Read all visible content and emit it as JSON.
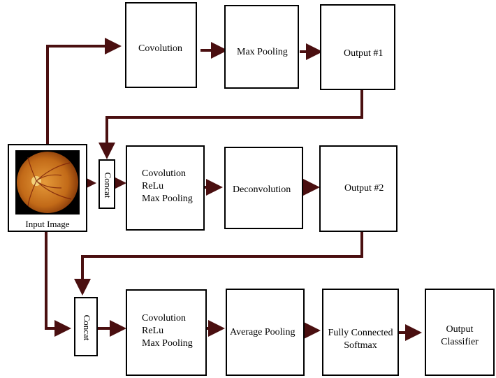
{
  "colors": {
    "connector": "#4a0f10",
    "box_border": "#000000",
    "fundus_dark": "#8a3c0a",
    "fundus_light": "#e59a3a",
    "optic_disc": "#f2d27a"
  },
  "input": {
    "label": "Input Image"
  },
  "branch1": {
    "conv": "Covolution",
    "pool": "Max Pooling",
    "output": "Output #1"
  },
  "branch2": {
    "concat": "Concat",
    "block": [
      "Covolution",
      "ReLu",
      "Max Pooling"
    ],
    "deconv": "Deconvolution",
    "output": "Output #2"
  },
  "branch3": {
    "concat": "Concat",
    "block": [
      "Covolution",
      "ReLu",
      "Max Pooling"
    ],
    "pool": "Average Pooling",
    "fc": [
      "Fully Connected",
      "Softmax"
    ],
    "output": [
      "Output",
      "Classifier"
    ]
  }
}
